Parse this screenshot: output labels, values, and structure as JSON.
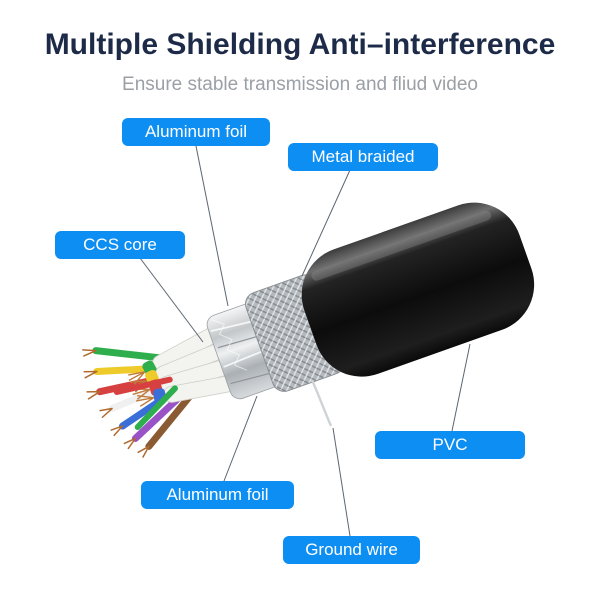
{
  "header": {
    "title": "Multiple Shielding Anti–interference",
    "subtitle": "Ensure stable transmission and fliud video"
  },
  "callouts": {
    "aluminum_foil_top": "Aluminum foil",
    "metal_braided": "Metal braided",
    "ccs_core": "CCS core",
    "pvc": "PVC",
    "aluminum_foil_bottom": "Aluminum foil",
    "ground_wire": "Ground wire"
  },
  "colors": {
    "callout_bg": "#0d8ef3",
    "callout_text": "#ffffff",
    "title_text": "#1d2b49",
    "subtitle_text": "#9aa0a6",
    "leader_line": "#5c6670",
    "pvc_jacket": "#0c0c0c",
    "metal_braid": "#b4b9bd",
    "aluminum_foil": "#d8dbde",
    "copper_strand": "#b5651d",
    "wire_colors": [
      "#2fae4e",
      "#eecb2a",
      "#d64040",
      "#3a6fd8",
      "#f0f0f0",
      "#9a52c7",
      "#8a5a33"
    ]
  }
}
